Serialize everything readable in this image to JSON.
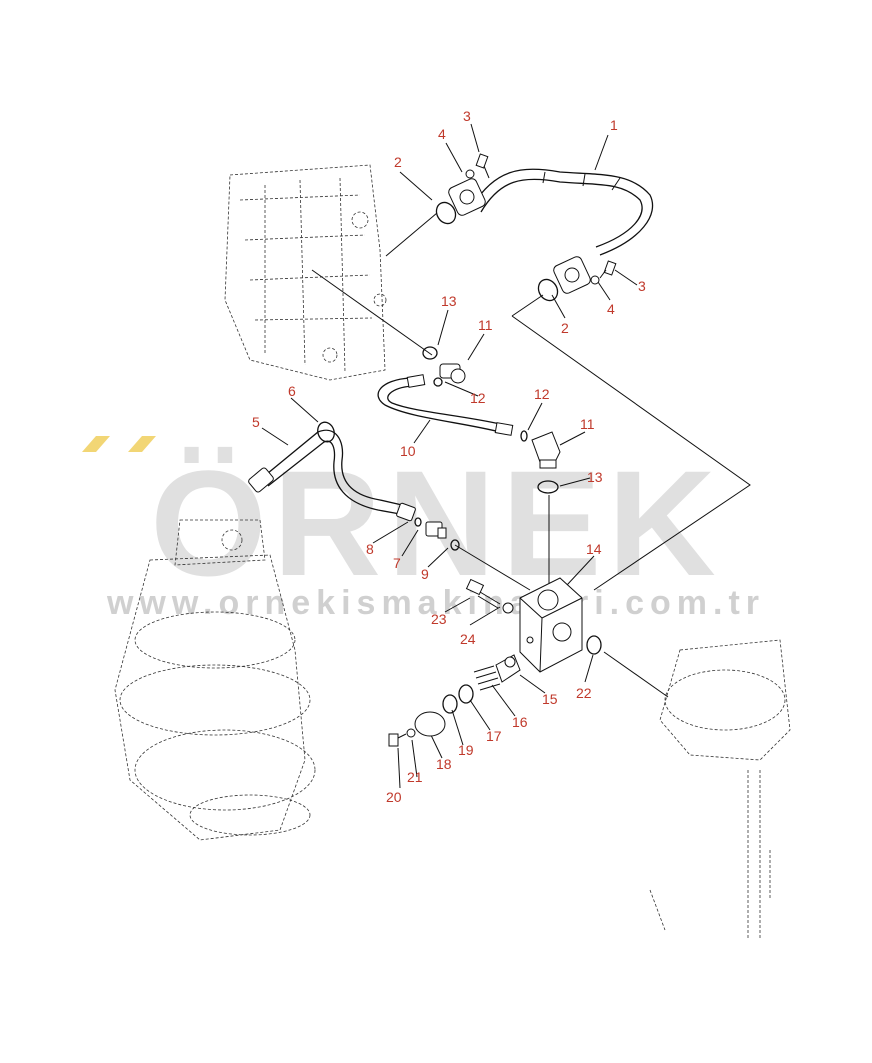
{
  "watermark": {
    "brand": "ÖRNEK",
    "url": "www.ornekismakinalari.com.tr",
    "accent_color": "#f2d675",
    "text_color": "#d6d6d6"
  },
  "colors": {
    "callout": "#c0392b",
    "line": "#111111"
  },
  "callouts": {
    "c1": "1",
    "c2a": "2",
    "c2b": "2",
    "c3a": "3",
    "c3b": "3",
    "c4a": "4",
    "c4b": "4",
    "c5": "5",
    "c6": "6",
    "c7": "7",
    "c8": "8",
    "c9": "9",
    "c10": "10",
    "c11a": "11",
    "c11b": "11",
    "c12a": "12",
    "c12b": "12",
    "c13a": "13",
    "c13b": "13",
    "c14": "14",
    "c15": "15",
    "c16": "16",
    "c17": "17",
    "c18": "18",
    "c19": "19",
    "c20": "20",
    "c21": "21",
    "c22": "22",
    "c23": "23",
    "c24": "24"
  }
}
